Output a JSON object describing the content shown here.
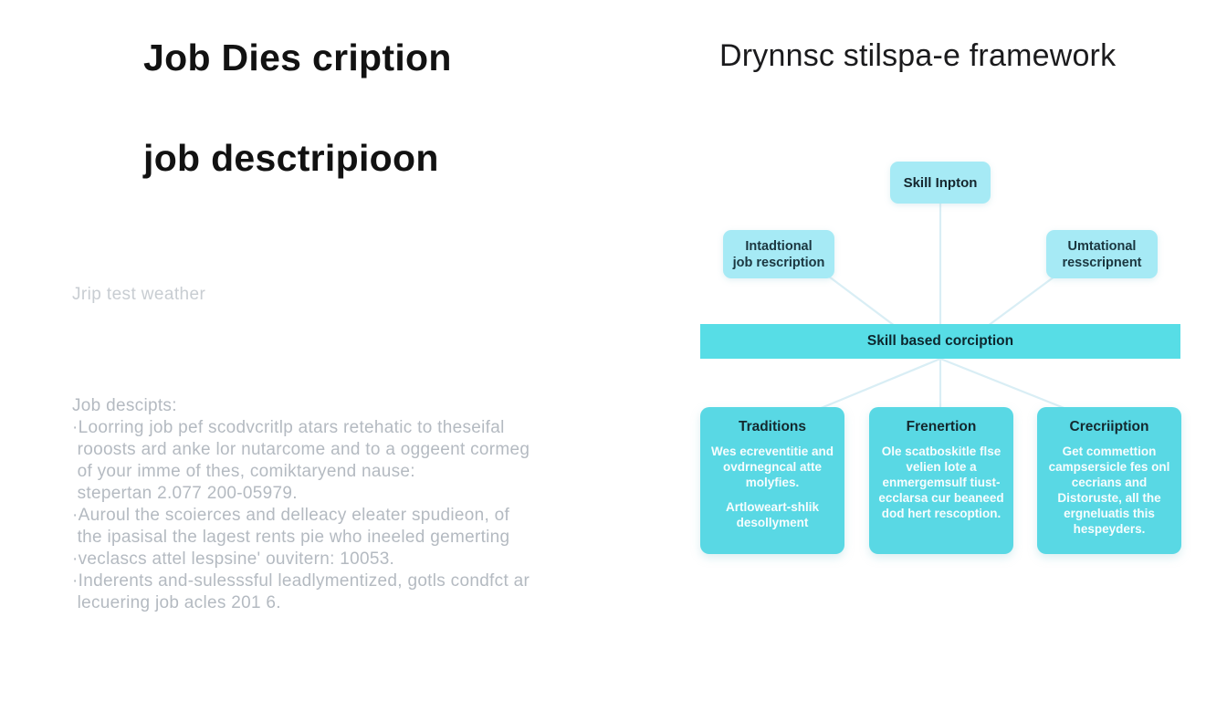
{
  "colors": {
    "background": "#ffffff",
    "node_fill": "#a6eaf5",
    "bar_fill": "#57dde6",
    "box_fill": "#59d8e4",
    "connector_line": "#d9eef5",
    "muted_text": "#b4bac1",
    "dark_text": "#14292f"
  },
  "left": {
    "title_primary": "Job Dies cription",
    "title_secondary": "job desctripioon",
    "faint_note": "Jrip test weather",
    "paragraph_lines": [
      "Job descipts:",
      "·Loorring job pef scodvcritlp atars retehatic to theseifal",
      " rooosts ard anke lor nutarcome and to a oggeent cormeg",
      " of your imme of thes, comiktaryend nause:",
      " stepertan 2.077 200-05979.",
      "·Auroul the scoierces and delleacy eleater spudieon, of",
      " the ipasisal the lagest rents pie who ineeled gemerting",
      "·veclascs attel lespsine' ouvitern: 10053.",
      "·Inderents and-sulesssful leadlymentized, gotls condfct ar",
      " lecuering job acles 201 6."
    ]
  },
  "right": {
    "title": "Drynnsc stilspa-e framework",
    "diagram": {
      "top_node_label": "Skill Inpton",
      "left_node_line1": "Intadtional",
      "left_node_line2": "job rescription",
      "right_node_line1": "Umtational",
      "right_node_line2": "resscripnent",
      "bar_label": "Skill based corciption",
      "bottom_boxes": [
        {
          "title": "Traditions",
          "body1": "Wes ecreventitie and ovdrnegncal atte molyfies.",
          "body2": "Artloweart-shlik desollyment"
        },
        {
          "title": "Frenertion",
          "body1": "Ole scatboskitle flse velien lote a enmergemsulf tiust-ecclarsa cur beaneed dod hert rescoption."
        },
        {
          "title": "Crecriiption",
          "body1": "Get commettion campsersicle fes onl cecrians and Distoruste, all the ergneluatis this hespeyders."
        }
      ]
    }
  }
}
